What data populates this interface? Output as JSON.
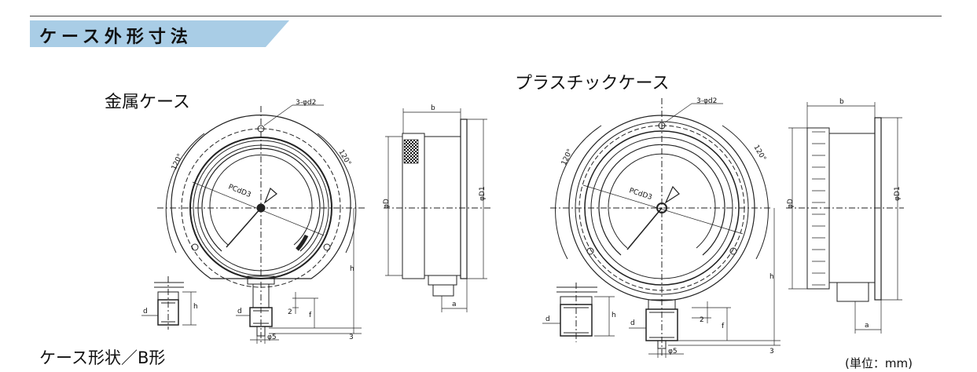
{
  "section_title": "ケース外形寸法",
  "metal_case": {
    "title": "金属ケース",
    "labels": {
      "holes": "3-φd2",
      "angle_left": "120°",
      "angle_right": "120°",
      "pcd": "PCdD3",
      "b": "b",
      "d": "φD",
      "d1": "φD1",
      "h": "h",
      "a": "a",
      "d_small": "d",
      "h_small": "h",
      "d_socket": "d",
      "two": "2",
      "f": "f",
      "phi5": "φ5",
      "three": "3"
    }
  },
  "plastic_case": {
    "title": "プラスチックケース",
    "labels": {
      "holes": "3-φd2",
      "angle_left": "120°",
      "angle_right": "120°",
      "pcd": "PCdD3",
      "b": "b",
      "d": "φD",
      "d1": "φD1",
      "h": "h",
      "a": "a",
      "d_small": "d",
      "h_small": "h",
      "d_socket": "d",
      "two": "2",
      "f": "f",
      "phi5": "φ5",
      "three": "3"
    }
  },
  "shape_title": "ケース形状／B形",
  "unit": "(単位：mm)",
  "colors": {
    "banner": "#a9cde6",
    "line": "#222222"
  }
}
